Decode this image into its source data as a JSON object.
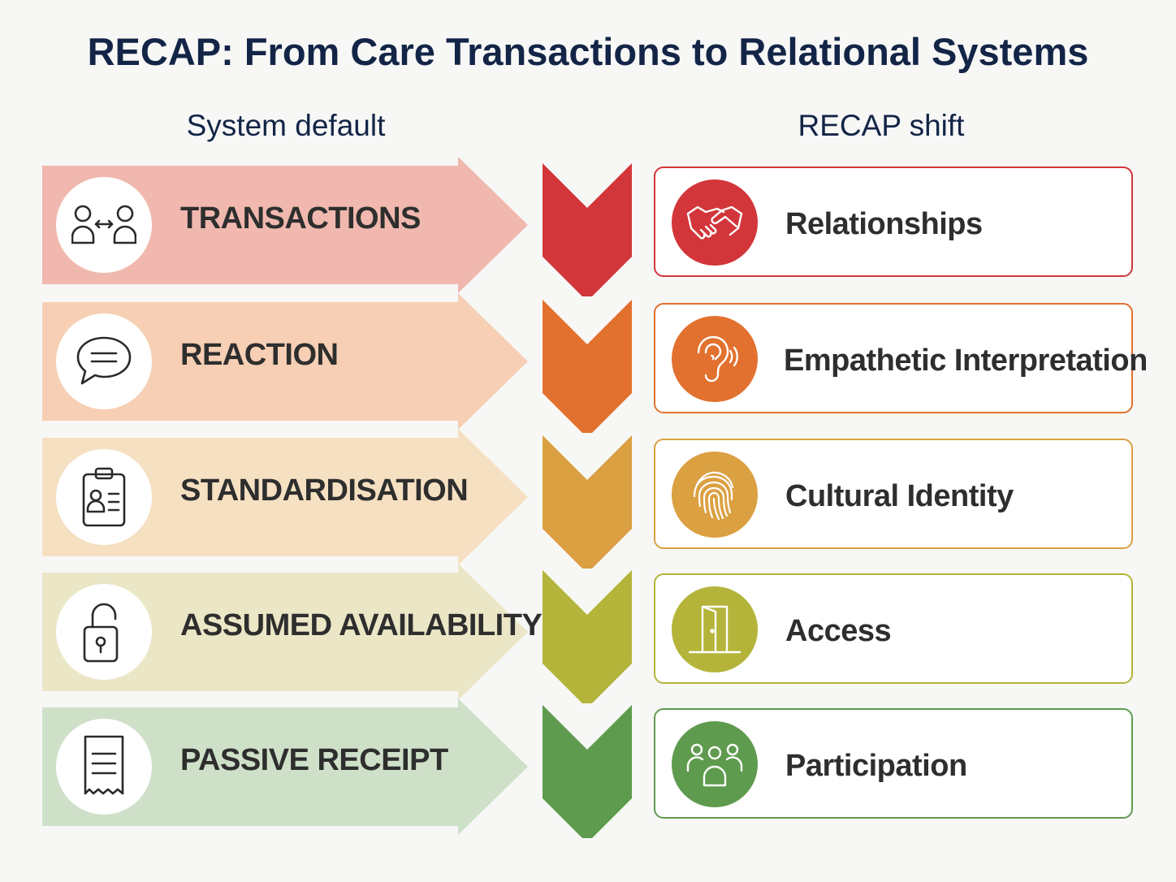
{
  "title": "RECAP: From Care Transactions to Relational Systems",
  "columns": {
    "left_heading": "System default",
    "right_heading": "RECAP shift"
  },
  "rows": [
    {
      "from": "TRANSACTIONS",
      "from_icon": "people-exchange-icon",
      "to": "Relationships",
      "to_icon": "handshake-icon",
      "arrow_color": "#f0b8ae",
      "accent_color": "#d2363a"
    },
    {
      "from": "REACTION",
      "from_icon": "speech-bubble-icon",
      "to": "Empathetic Interpretation",
      "to_icon": "ear-icon",
      "arrow_color": "#f6cfb4",
      "accent_color": "#e2712f"
    },
    {
      "from": "STANDARDISATION",
      "from_icon": "clipboard-icon",
      "to": "Cultural Identity",
      "to_icon": "fingerprint-icon",
      "arrow_color": "#f6e0c2",
      "accent_color": "#dba041"
    },
    {
      "from": "ASSUMED AVAILABILITY",
      "from_icon": "unlocked-padlock-icon",
      "to": "Access",
      "to_icon": "open-door-icon",
      "arrow_color": "#ebe6c6",
      "accent_color": "#b4b43a"
    },
    {
      "from": "PASSIVE RECEIPT",
      "from_icon": "receipt-icon",
      "to": "Participation",
      "to_icon": "group-icon",
      "arrow_color": "#cfe0c9",
      "accent_color": "#5f9b4e"
    }
  ]
}
